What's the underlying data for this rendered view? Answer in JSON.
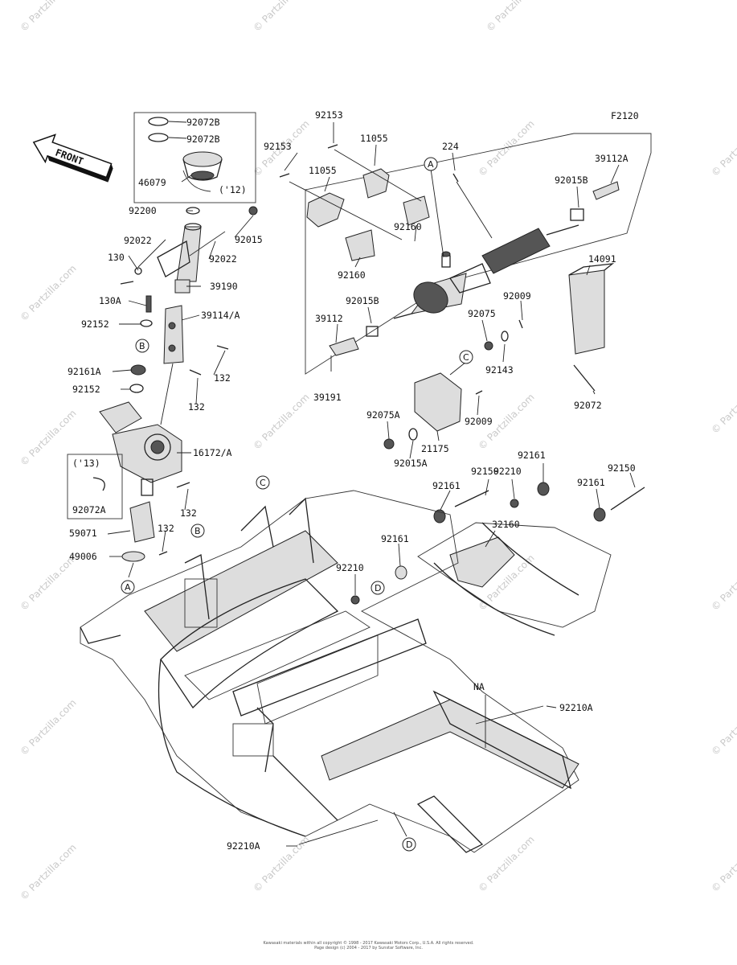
{
  "diagram_code": "F2120",
  "front_label": "FRONT",
  "watermark": "© Partzilla.com",
  "copyright_lines": [
    "Kawasaki materials within all copyright © 1998 - 2017 Kawasaki Motors Corp., U.S.A. All rights reserved.",
    "Page design (c) 2004 - 2017 by Sunstar Software, Inc."
  ],
  "callouts": [
    "A",
    "B",
    "C",
    "D"
  ],
  "part_labels": {
    "p92072B_1": "92072B",
    "p92072B_2": "92072B",
    "p46079": "46079",
    "p12": "('12)",
    "p92200": "92200",
    "p92015": "92015",
    "p92022_l": "92022",
    "p92022_r": "92022",
    "p130": "130",
    "p39190": "39190",
    "p130A": "130A",
    "p39114A": "39114/A",
    "p92152_a": "92152",
    "p132_a": "132",
    "p92161A": "92161A",
    "p92152_b": "92152",
    "p132_b": "132",
    "p16172A": "16172/A",
    "p13": "('13)",
    "p92072A": "92072A",
    "p132_c": "132",
    "p132_d": "132",
    "p59071": "59071",
    "p49006": "49006",
    "p92153_a": "92153",
    "p92153_b": "92153",
    "p11055_a": "11055",
    "p11055_b": "11055",
    "p224": "224",
    "p39112A": "39112A",
    "p92015B_a": "92015B",
    "p92160_a": "92160",
    "p92160_b": "92160",
    "p92015B_b": "92015B",
    "p39112": "39112",
    "p39191": "39191",
    "p14091": "14091",
    "p92009_a": "92009",
    "p92075": "92075",
    "p92143": "92143",
    "p92009_b": "92009",
    "p92072": "92072",
    "p92075A": "92075A",
    "p21175": "21175",
    "p92015A": "92015A",
    "p92161_a": "92161",
    "p92150_a": "92150",
    "p92210_a": "92210",
    "p92161_b": "92161",
    "p92150_b": "92150",
    "p92161_c": "92161",
    "p32160": "32160",
    "p92161_d": "92161",
    "p92210_b": "92210",
    "pNA": "NA",
    "p92210A_a": "92210A",
    "p92210A_b": "92210A"
  }
}
